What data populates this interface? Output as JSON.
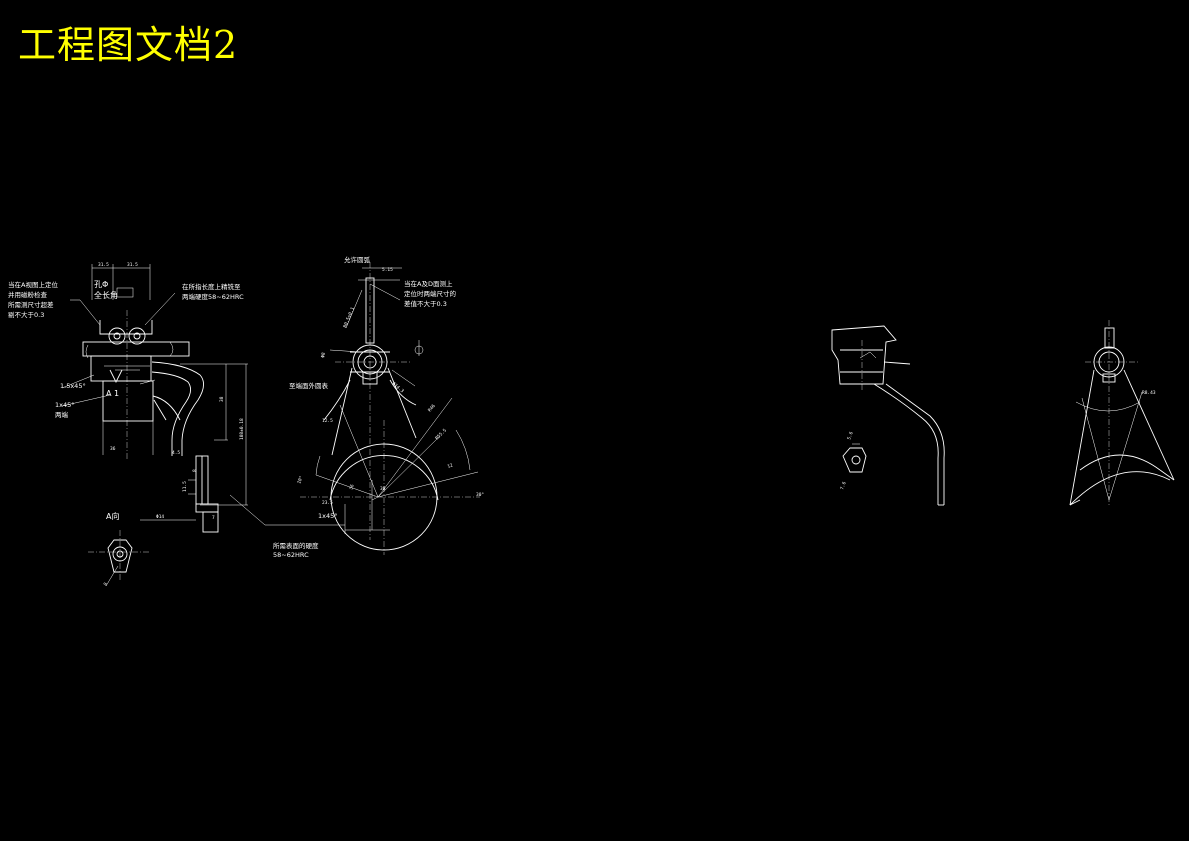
{
  "title": "工程图文档2",
  "colors": {
    "background": "#000000",
    "title": "#ffff00",
    "lines": "#ffffff"
  },
  "view_labels": {
    "view_a": "A向",
    "section_a": "A 1"
  },
  "notes": {
    "note_left": [
      "当在A视图上定位",
      "并用磁粉检查",
      "所需测尺寸超差",
      "剔不大于0.3"
    ],
    "note_top_mid": [
      "在所指长度上精铣至",
      "两端硬度58~62HRC"
    ],
    "note_top_right_title": "允许圆弧",
    "note_top_right": [
      "当在A及D面测上",
      "定位时两端尺寸的",
      "差值不大于0.3"
    ],
    "note_mid_right": "至端面外圆表",
    "note_bottom": [
      "所需表面的硬度",
      "58~62HRC"
    ],
    "chamfer_1": "1.5x45°",
    "chamfer_2": "1x45°",
    "chamfer_3": "两端",
    "chamfer_4": "1x45°",
    "hole_label": "孔Φ",
    "hole_sub": "全长角"
  }
}
